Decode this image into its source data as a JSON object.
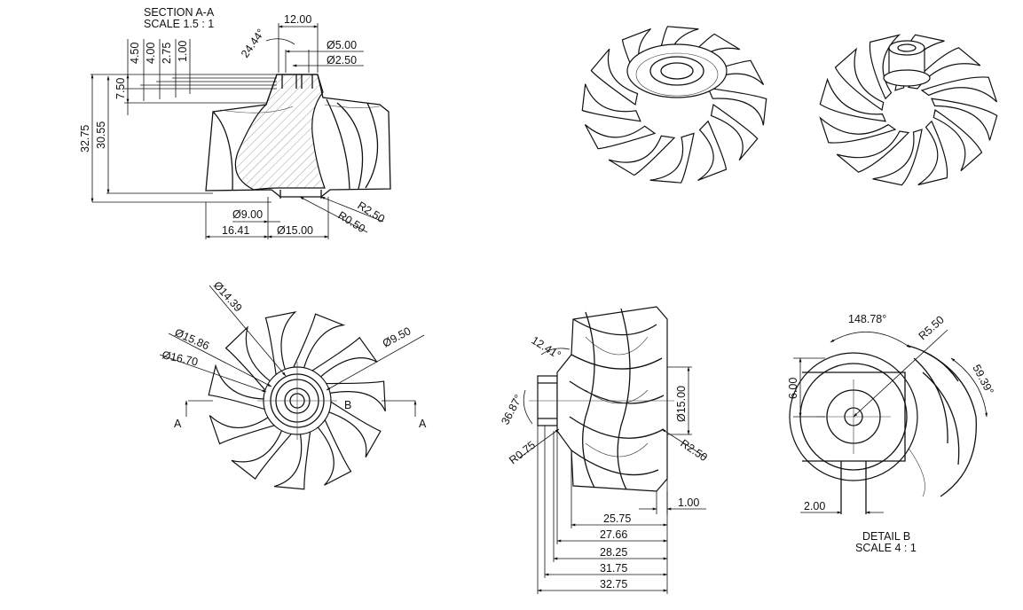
{
  "section": {
    "title": "SECTION A-A",
    "scale": "SCALE 1.5 : 1",
    "dims": {
      "top_width": "12.00",
      "angle": "24.44°",
      "dia_5": "Ø5.00",
      "dia_2_5": "Ø2.50",
      "h_450": "4.50",
      "h_400": "4.00",
      "h_275": "2.75",
      "h_100": "1.00",
      "h_750": "7.50",
      "h_3275": "32.75",
      "h_3055": "30.55",
      "dia_9": "Ø9.00",
      "dia_15": "Ø15.00",
      "w_1641": "16.41",
      "r_250": "R2.50",
      "r_050": "R0.50"
    }
  },
  "front": {
    "dims": {
      "d1439": "Ø14.39",
      "d1586": "Ø15.86",
      "d1670": "Ø16.70",
      "d950": "Ø9.50"
    },
    "label_a_left": "A",
    "label_a_right": "A",
    "label_b": "B"
  },
  "side": {
    "dims": {
      "angle_1241": "12.41°",
      "angle_3687": "36.87°",
      "r075": "R0.75",
      "d15": "Ø15.00",
      "r250": "R2.50",
      "w100": "1.00",
      "l2575": "25.75",
      "l2766": "27.66",
      "l2825": "28.25",
      "l3175": "31.75",
      "l3275": "32.75"
    }
  },
  "detail": {
    "title": "DETAIL B",
    "scale": "SCALE 4 : 1",
    "dims": {
      "angle_14878": "148.78°",
      "r550": "R5.50",
      "angle_5939": "59.39°",
      "h600": "6.00",
      "w200": "2.00"
    }
  }
}
